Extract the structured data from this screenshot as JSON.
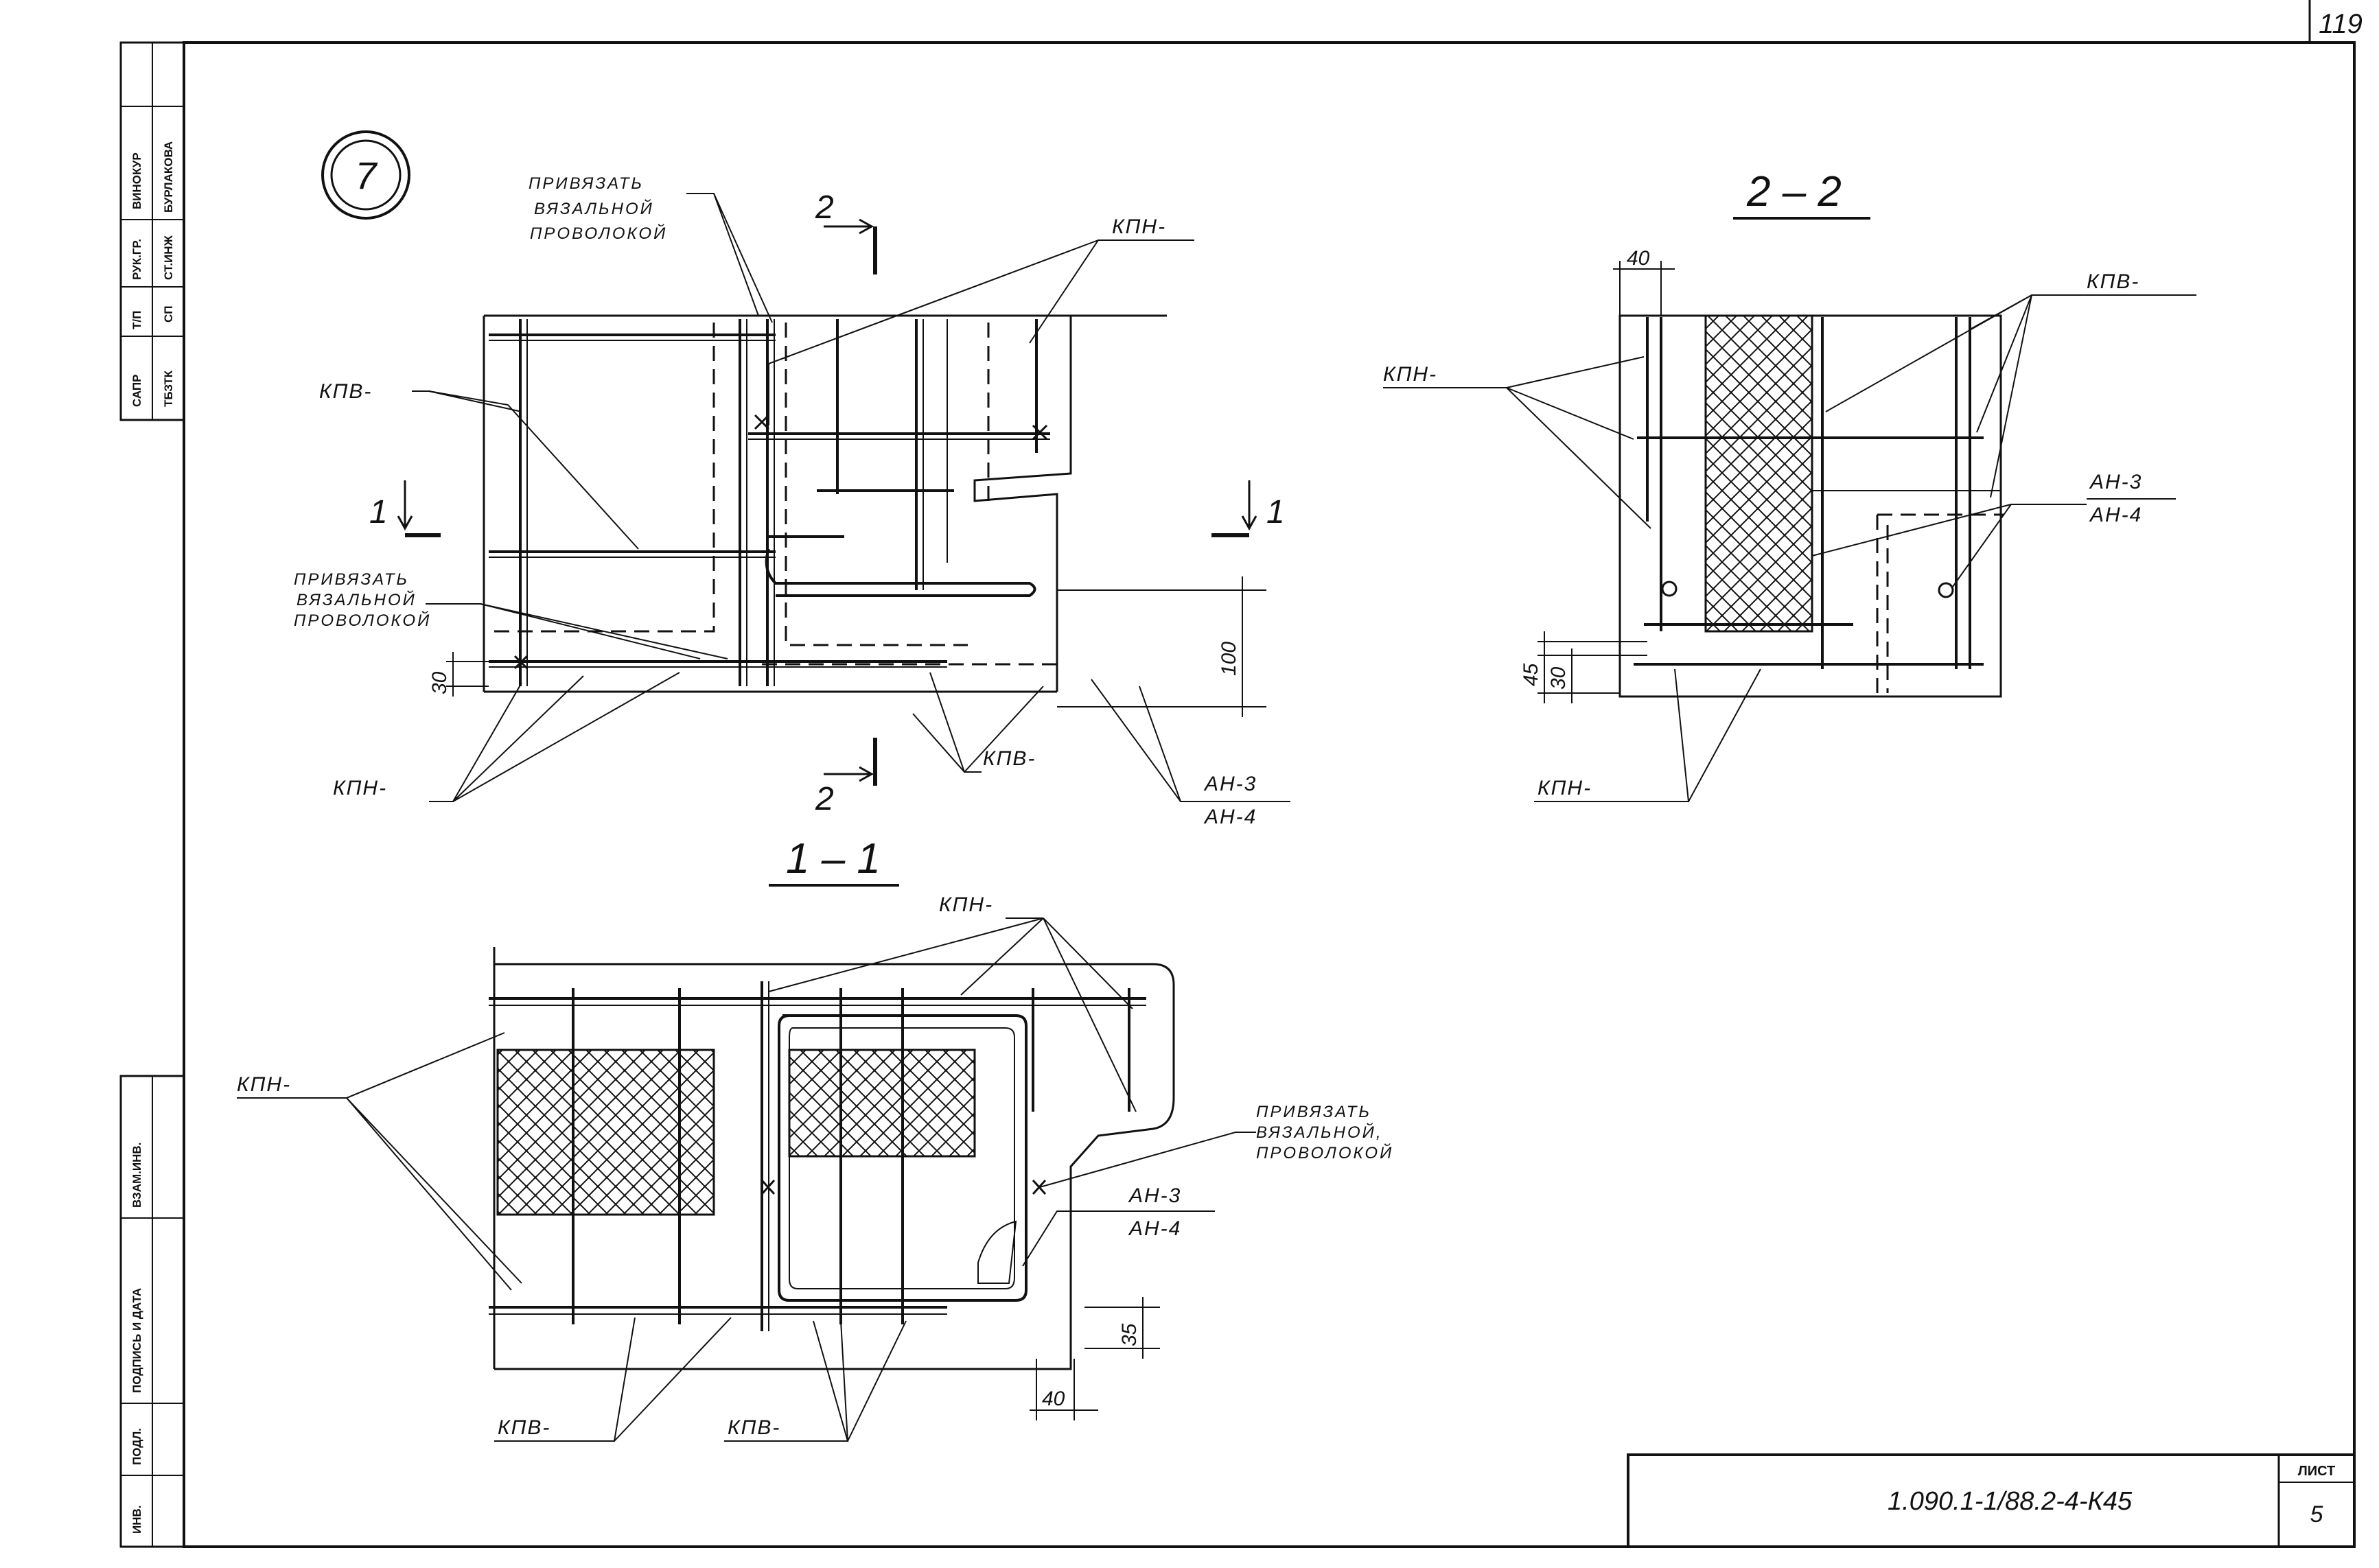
{
  "page_number": "119",
  "detail_marker": "7",
  "sections": {
    "section_1_1": "1 – 1",
    "section_2_2": "2 – 2"
  },
  "cut_markers": {
    "cut1_left": "1",
    "cut1_right": "1",
    "cut2_top": "2",
    "cut2_bottom": "2"
  },
  "labels": {
    "kpn": "КПН-",
    "kpv": "КПВ-",
    "an3": "АН-3",
    "an4": "АН-4"
  },
  "notes": {
    "tie_line1": "ПРИВЯЗАТЬ",
    "tie_line2": "ВЯЗАЛЬНОЙ",
    "tie_line3": "ПРОВОЛОКОЙ",
    "tie_line2_comma": "ВЯЗАЛЬНОЙ,"
  },
  "dimensions": {
    "d100": "100",
    "d30": "30",
    "d40": "40",
    "d45": "45",
    "d35": "35"
  },
  "side_stamp": {
    "row1": [
      "САПР",
      "Т/П",
      "РУК.ГР.",
      "ВИНОКУР"
    ],
    "row2": [
      "ТБЗТК",
      "СП",
      "СТ.ИНЖ",
      "БУРЛАКОВА"
    ],
    "lower": [
      "ИНВ.",
      "ПОДЛ.",
      "ПОДПИСЬ И ДАТА",
      "ВЗАМ.ИНВ."
    ]
  },
  "title_block": {
    "code": "1.090.1-1/88.2-4-К45",
    "sheet_label": "ЛИСТ",
    "sheet_number": "5"
  }
}
